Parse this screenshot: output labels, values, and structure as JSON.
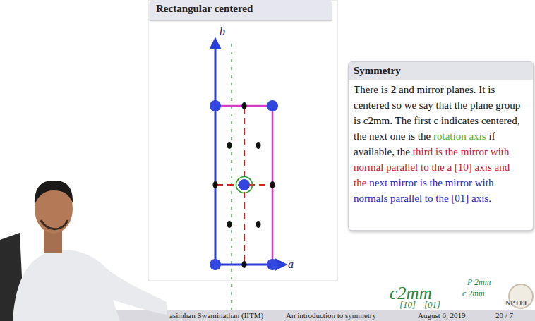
{
  "diagram": {
    "title": "Rectangular centered",
    "nodes": [
      {
        "text": [
          "Rectangular centered"
        ]
      },
      {
        "text": [
          "Symmetry",
          "There is",
          "2",
          "and mirror planes. It is centered so we say that the plane group is c2mm. The first c indicates centered, the next one is the",
          "rotation axis",
          "if available, the",
          "third is the mirror with normal parallel to the a [10] axis and the",
          "next mirror is the mirror with normals parallel to the [01] axis."
        ]
      }
    ],
    "labels": [
      "b",
      "a",
      "c2mm",
      "[10]",
      "[01]",
      "P 2mm",
      "c 2mm",
      "NPTEL",
      "asimhan Swaminathan (IITM)",
      "An introduction to symmetry",
      "August 6, 2019",
      "20 / 7"
    ]
  }
}
